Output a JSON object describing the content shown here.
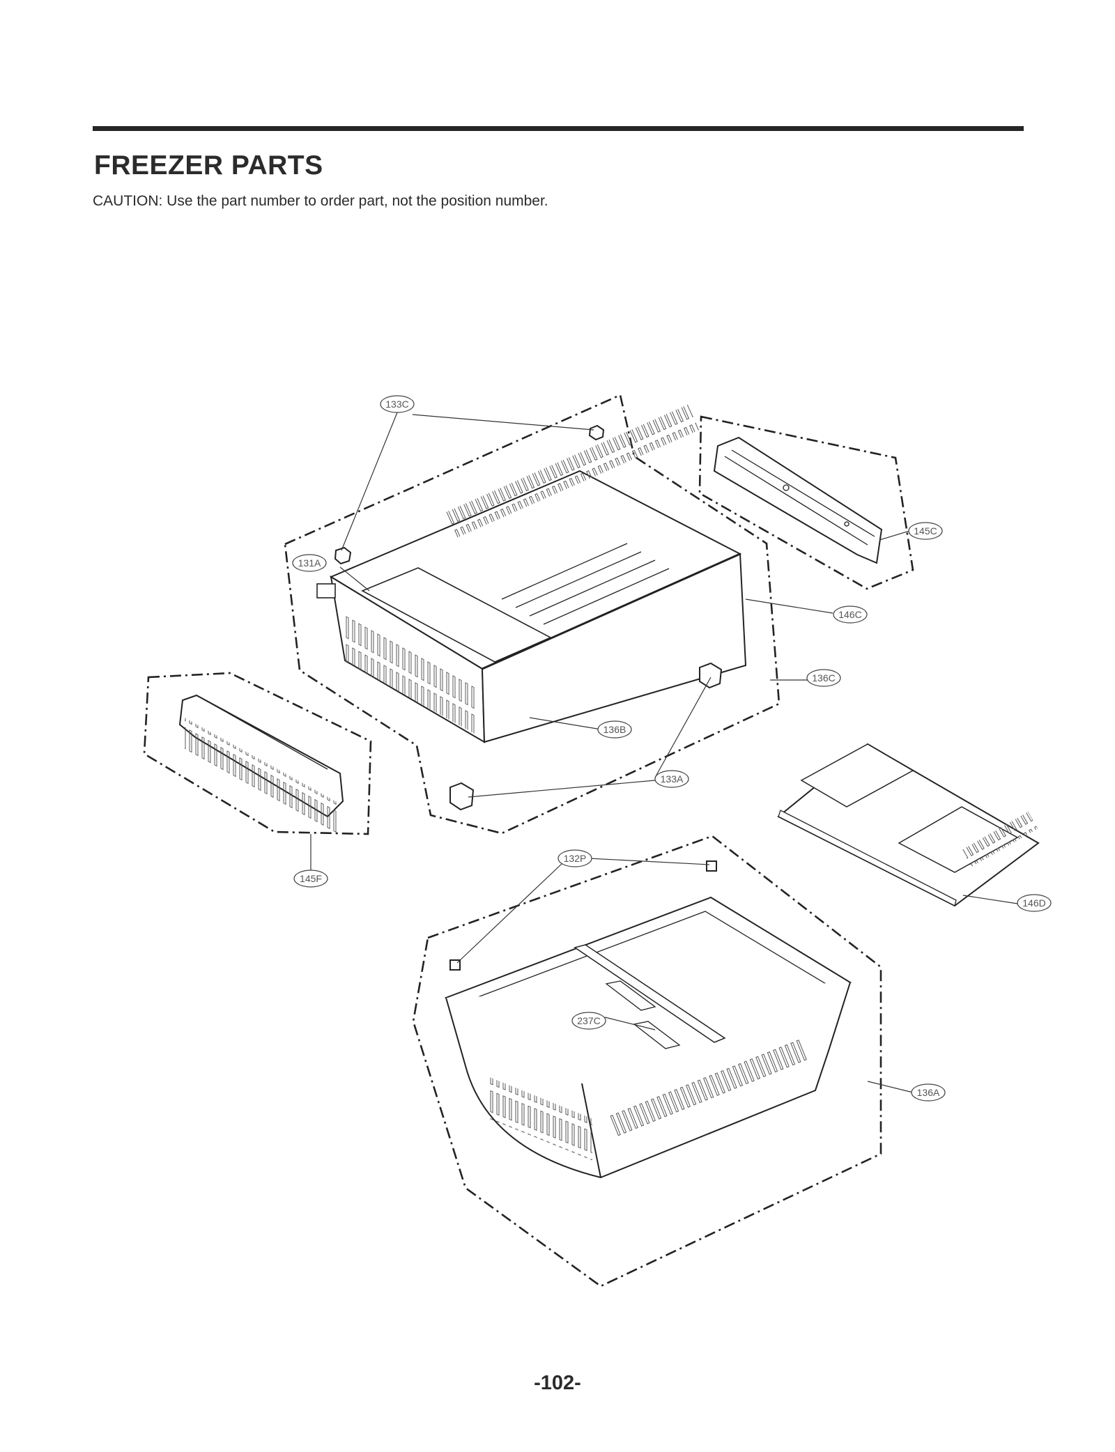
{
  "header": {
    "title": "FREEZER PARTS",
    "caution": "CAUTION: Use the part number to order part, not the position number."
  },
  "labels": {
    "l133C": "133C",
    "l131A": "131A",
    "l145C": "145C",
    "l146C": "146C",
    "l136C": "136C",
    "l136B": "136B",
    "l133A": "133A",
    "l145F": "145F",
    "l132P": "132P",
    "l146D": "146D",
    "l237C": "237C",
    "l136A": "136A"
  },
  "footer": {
    "page_number": "-102-"
  }
}
